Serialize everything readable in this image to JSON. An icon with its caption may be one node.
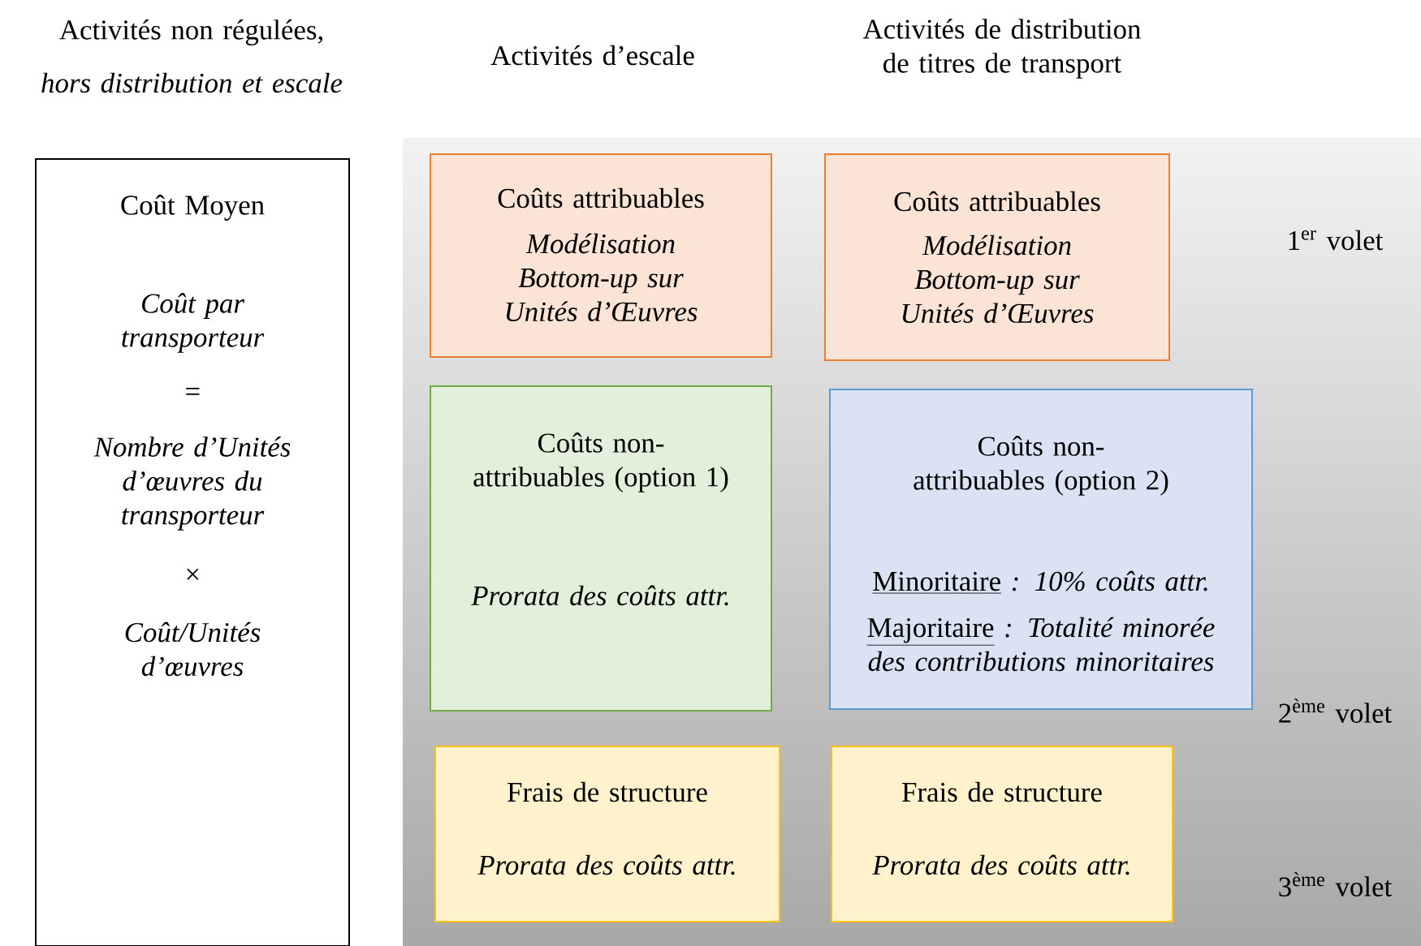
{
  "diagram": {
    "nodes": [
      {
        "text": [
          "Coût Moyen",
          "Coût par transporteur",
          "=",
          "Nombre d’Unités d’œuvres du transporteur",
          "×",
          "Coût/Unités d’œuvres"
        ]
      },
      {
        "text": [
          "Coûts attribuables",
          "Modélisation Bottom-up sur Unités d’Œuvres"
        ]
      },
      {
        "text": [
          "Coûts attribuables",
          "Modélisation Bottom-up sur Unités d’Œuvres"
        ]
      },
      {
        "text": [
          "Coûts non-attribuables (option 1)",
          "Prorata des coûts attr."
        ]
      },
      {
        "text": [
          "Coûts non-attribuables (option 2)",
          "Minoritaire",
          ": 10% coûts attr.",
          "Majoritaire",
          ": Totalité minorée des contributions minoritaires"
        ]
      },
      {
        "text": [
          "Frais de structure",
          "Prorata des coûts attr."
        ]
      },
      {
        "text": [
          "Frais de structure",
          "Prorata des coûts attr."
        ]
      }
    ],
    "labels": [
      "Activités non régulées,",
      "hors distribution et escale",
      "Activités d’escale",
      "Activités de distribution de titres de transport",
      "1$^{er}$ volet",
      "2$^{ème}$ volet",
      "3$^{ème}$ volet"
    ]
  }
}
